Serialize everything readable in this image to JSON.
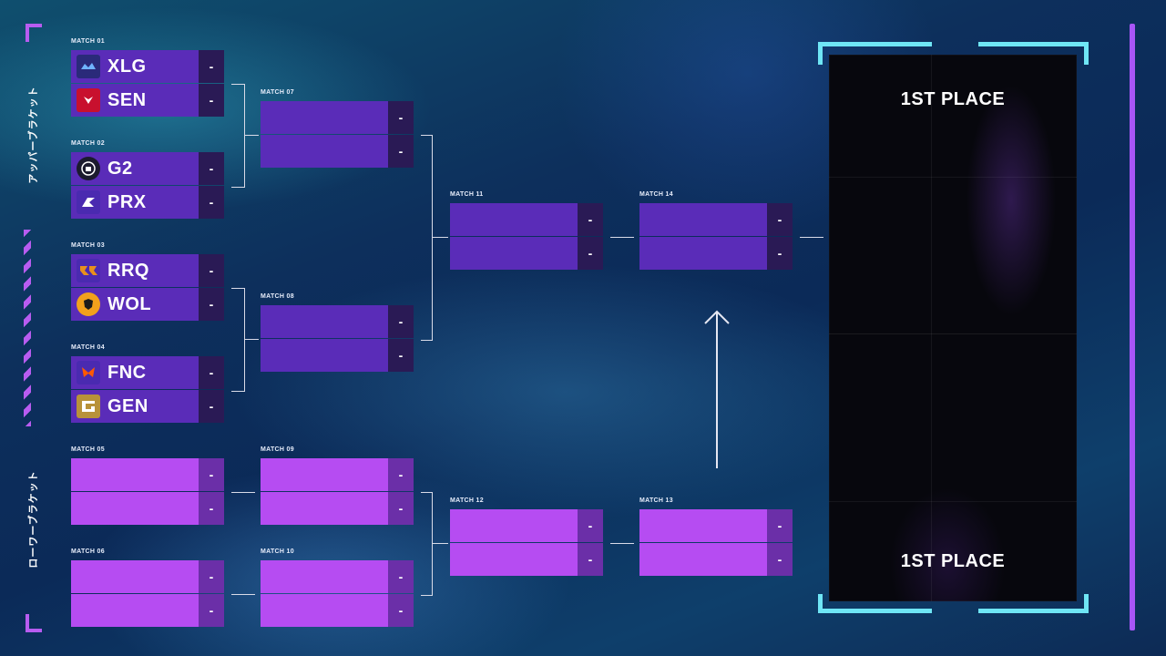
{
  "side_labels": {
    "upper": "アッパーブラケット",
    "lower": "ローワーブラケット"
  },
  "matches": {
    "m01": "MATCH 01",
    "m02": "MATCH 02",
    "m03": "MATCH 03",
    "m04": "MATCH 04",
    "m05": "MATCH 05",
    "m06": "MATCH 06",
    "m07": "MATCH 07",
    "m08": "MATCH 08",
    "m09": "MATCH 09",
    "m10": "MATCH 10",
    "m11": "MATCH 11",
    "m12": "MATCH 12",
    "m13": "MATCH 13",
    "m14": "MATCH 14"
  },
  "teams": {
    "xlg": {
      "name": "XLG",
      "logo": "xlg-logo-icon",
      "color": "#2a2a7a"
    },
    "sen": {
      "name": "SEN",
      "logo": "sen-logo-icon",
      "color": "#c8102e"
    },
    "g2": {
      "name": "G2",
      "logo": "g2-logo-icon",
      "color": "#1b1b2e"
    },
    "prx": {
      "name": "PRX",
      "logo": "prx-logo-icon",
      "color": "#4a2ab0"
    },
    "rrq": {
      "name": "RRQ",
      "logo": "rrq-logo-icon",
      "color": "#e8901c"
    },
    "wol": {
      "name": "WOL",
      "logo": "wol-logo-icon",
      "color": "#f2a11c"
    },
    "fnc": {
      "name": "FNC",
      "logo": "fnc-logo-icon",
      "color": "#ff5900"
    },
    "gen": {
      "name": "GEN",
      "logo": "gen-logo-icon",
      "color": "#b8923a"
    }
  },
  "score_placeholder": "-",
  "final": {
    "top_label": "1ST PLACE",
    "bottom_label": "1ST PLACE"
  },
  "colors": {
    "upper_slot": "#5a2cb8",
    "lower_slot": "#b64cf2",
    "frame_accent": "#6fe6f5",
    "side_accent": "#b85cf0"
  }
}
